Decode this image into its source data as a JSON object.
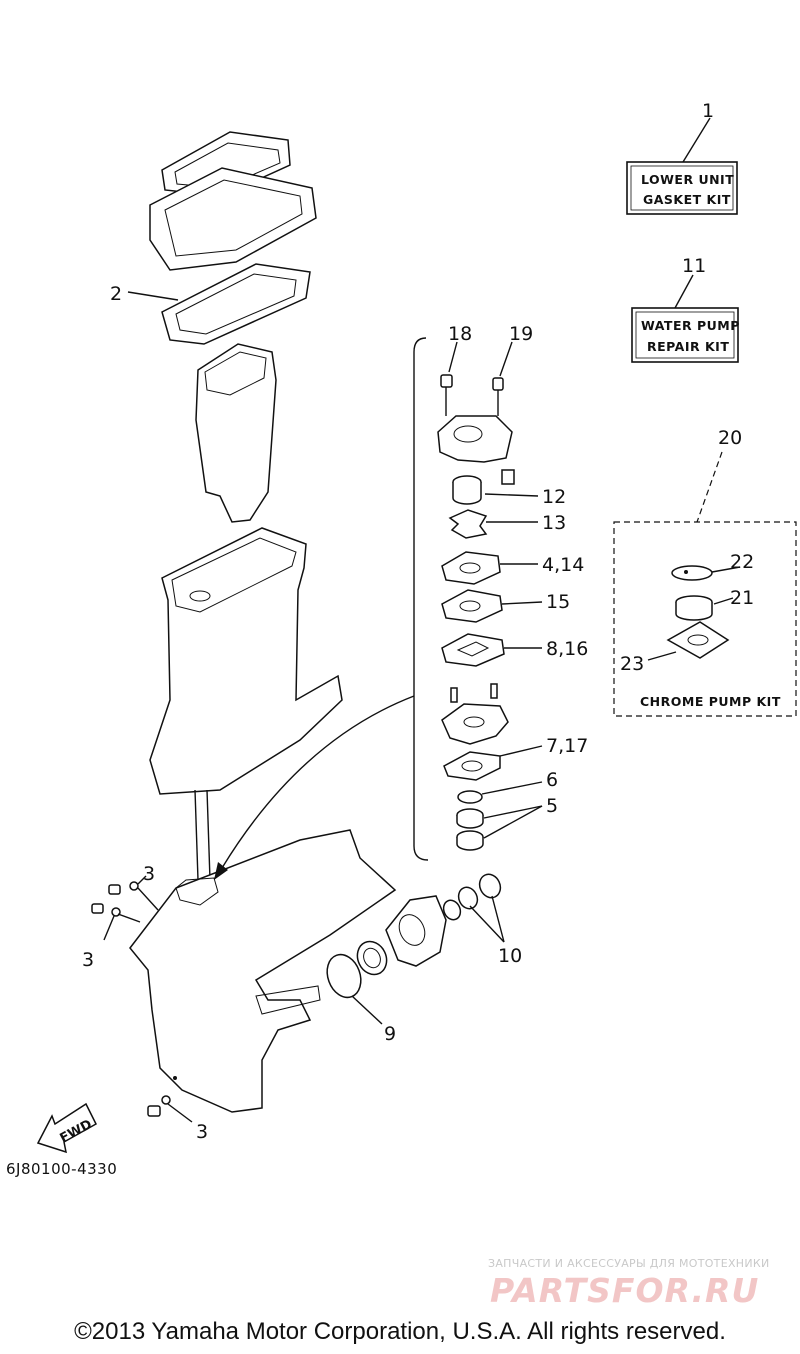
{
  "kits": {
    "lower_unit": {
      "number": "1",
      "line1": "LOWER UNIT",
      "line2": "GASKET KIT"
    },
    "water_pump": {
      "number": "11",
      "line1": "WATER PUMP",
      "line2": "REPAIR KIT"
    },
    "chrome_pump": {
      "number": "20",
      "label": "CHROME PUMP KIT"
    }
  },
  "callouts": {
    "c2": "2",
    "c3a": "3",
    "c3b": "3",
    "c3c": "3",
    "c18": "18",
    "c19": "19",
    "c12": "12",
    "c13": "13",
    "c4_14": "4,14",
    "c15": "15",
    "c8_16": "8,16",
    "c7_17": "7,17",
    "c6": "6",
    "c5": "5",
    "c10": "10",
    "c9": "9",
    "c22": "22",
    "c21": "21",
    "c23": "23"
  },
  "fwd_label": "FWD",
  "diagram_code": "6J80100-4330",
  "watermark": {
    "tagline": "ЗАПЧАСТИ И АКСЕССУАРЫ ДЛЯ МОТОТЕХНИКИ",
    "logo": "PARTSFOR.RU"
  },
  "copyright": "©2013 Yamaha Motor Corporation, U.S.A. All rights reserved."
}
